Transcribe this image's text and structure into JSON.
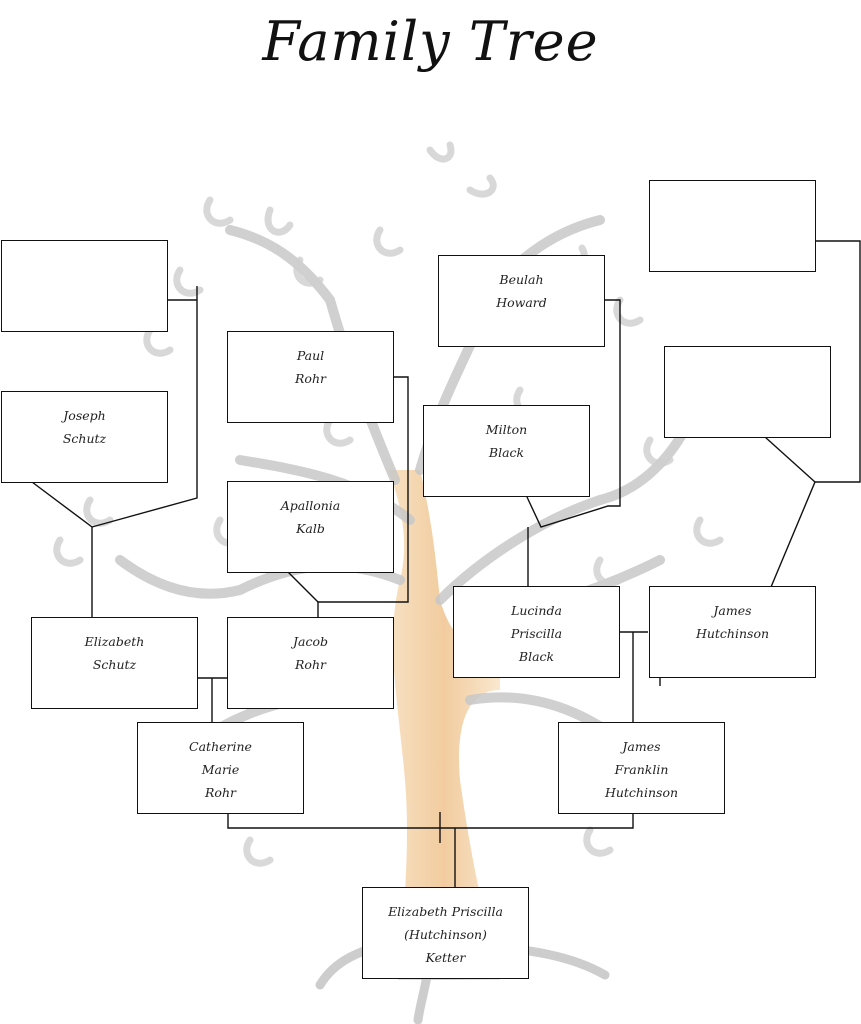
{
  "title": "Family Tree",
  "people": {
    "unknown_a": [],
    "joseph_schutz": [
      "Joseph",
      "Schutz"
    ],
    "paul_rohr": [
      "Paul",
      "Rohr"
    ],
    "apallonia_kalb": [
      "Apallonia",
      "Kalb"
    ],
    "beulah_howard": [
      "Beulah",
      "Howard"
    ],
    "milton_black": [
      "Milton",
      "Black"
    ],
    "unknown_b": [],
    "unknown_c": [],
    "elizabeth_schutz": [
      "Elizabeth",
      "Schutz"
    ],
    "jacob_rohr": [
      "Jacob",
      "Rohr"
    ],
    "lucinda_black": [
      "Lucinda",
      "Priscilla",
      "Black"
    ],
    "james_hutchinson": [
      "James",
      "Hutchinson"
    ],
    "catherine_rohr": [
      "Catherine",
      "Marie",
      "Rohr"
    ],
    "james_franklin_hutchinson": [
      "James",
      "Franklin",
      "Hutchinson"
    ],
    "elizabeth_ketter": [
      "Elizabeth Priscilla",
      "(Hutchinson)",
      "Ketter"
    ]
  },
  "colors": {
    "line": "#111111",
    "tree_gray": "#c8c8c8",
    "trunk": "#f2cfa0"
  }
}
